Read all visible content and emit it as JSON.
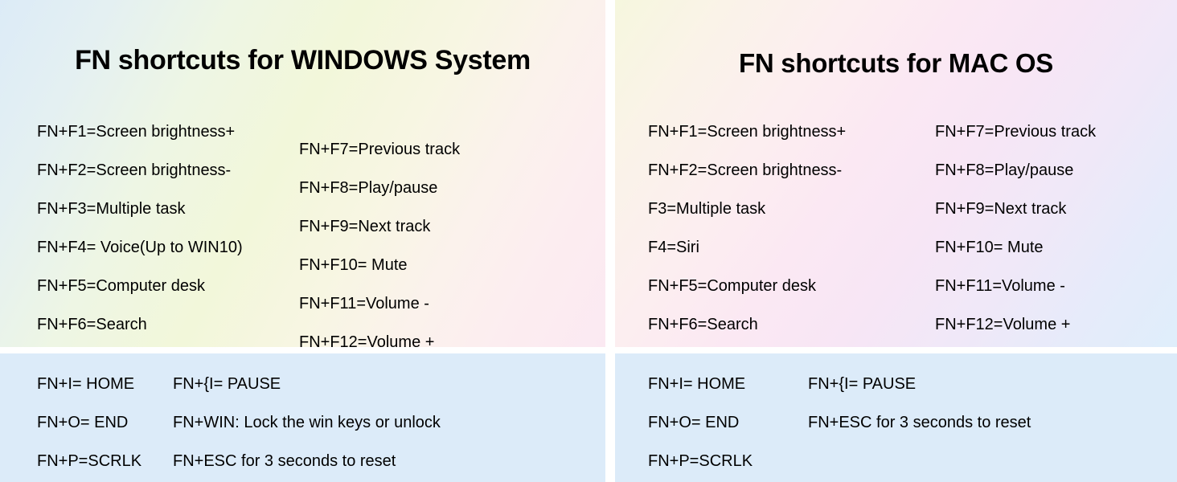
{
  "colors": {
    "bottom_panel_bg": "#dcebf9",
    "page_bg": "#ffffff",
    "text": "#000000"
  },
  "panels": [
    {
      "id": "windows",
      "title": "FN shortcuts for WINDOWS System",
      "fn_column_left": [
        "FN+F1=Screen brightness+",
        "FN+F2=Screen brightness-",
        "FN+F3=Multiple task",
        "FN+F4= Voice(Up to WIN10)",
        "FN+F5=Computer desk",
        "FN+F6=Search"
      ],
      "fn_column_right": [
        "FN+F7=Previous track",
        "FN+F8=Play/pause",
        "FN+F9=Next track",
        "FN+F10= Mute",
        "FN+F11=Volume -",
        "FN+F12=Volume +"
      ],
      "extra_column_left": [
        "FN+I= HOME",
        "FN+O= END",
        "FN+P=SCRLK"
      ],
      "extra_column_right": [
        "FN+{I= PAUSE",
        "FN+WIN: Lock the win keys or unlock",
        "FN+ESC for 3 seconds to reset"
      ]
    },
    {
      "id": "macos",
      "title": "FN shortcuts for MAC OS",
      "fn_column_left": [
        "FN+F1=Screen brightness+",
        "FN+F2=Screen brightness-",
        "F3=Multiple task",
        "F4=Siri",
        "FN+F5=Computer desk",
        "FN+F6=Search"
      ],
      "fn_column_right": [
        "FN+F7=Previous track",
        "FN+F8=Play/pause",
        "FN+F9=Next track",
        "FN+F10= Mute",
        "FN+F11=Volume -",
        "FN+F12=Volume +"
      ],
      "extra_column_left": [
        "FN+I= HOME",
        "FN+O= END",
        "FN+P=SCRLK"
      ],
      "extra_column_right": [
        "FN+{I= PAUSE",
        "FN+ESC for 3 seconds to reset",
        ""
      ]
    }
  ]
}
